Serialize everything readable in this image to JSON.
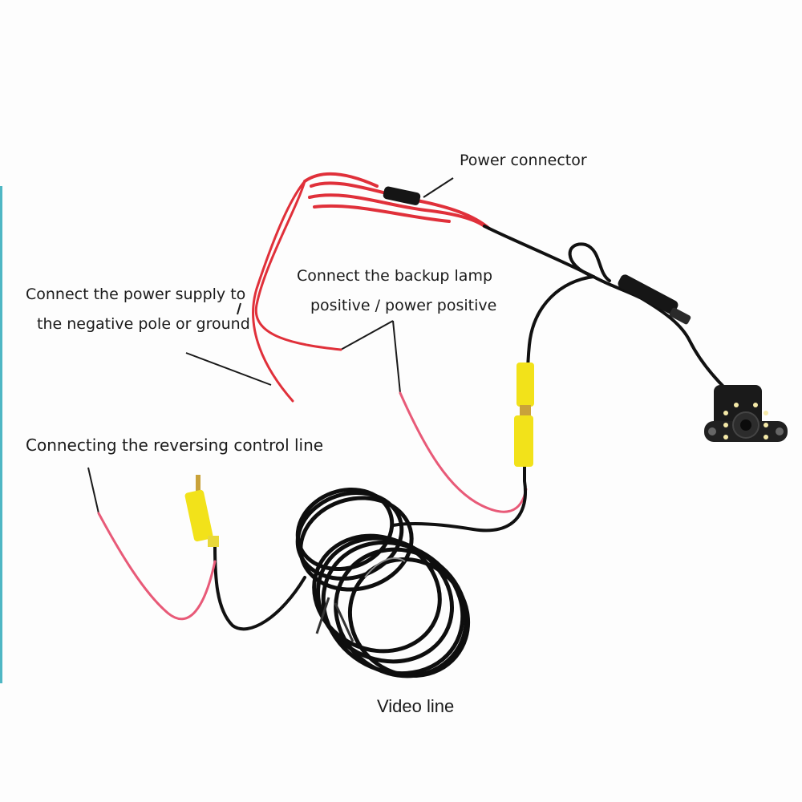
{
  "labels": {
    "power_connector": "Power connector",
    "backup_lamp_line1": "Connect the backup lamp",
    "backup_lamp_line2": "positive / power positive",
    "ground_line1": "Connect the power supply to",
    "ground_line2": "the negative pole or ground",
    "reversing_control": "Connecting the reversing control line",
    "video_line": "Video line"
  },
  "colors": {
    "red_wire": "#e0303a",
    "pink_wire": "#e85a78",
    "black_wire": "#111111",
    "yellow_connector": "#f2e21a",
    "gold_pin": "#c9a23a",
    "edge_accent": "#4fb7c4"
  }
}
